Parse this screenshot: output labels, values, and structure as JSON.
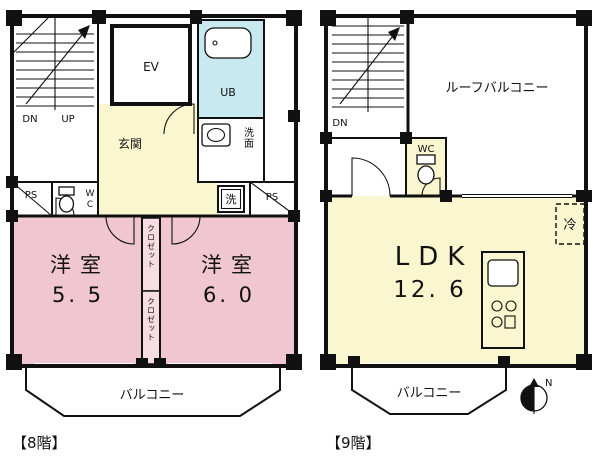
{
  "colors": {
    "wall": "#111111",
    "room_pink": "#f0c6d0",
    "closet_pink": "#f7dce4",
    "room_yellow": "#faf6cf",
    "bath_blue": "#c9e9f1"
  },
  "floor8": {
    "caption": "【8階】",
    "stairs_down": "DN",
    "stairs_up": "UP",
    "elevator": "EV",
    "unit_bath": "UB",
    "entrance": "玄関",
    "washroom": "洗面",
    "toilet": "WC",
    "pipe_space_left": "PS",
    "pipe_space_right": "PS",
    "laundry": "洗",
    "bedroom1_name": "洋室",
    "bedroom1_size": "5. 5",
    "bedroom2_name": "洋室",
    "bedroom2_size": "6. 0",
    "closet_upper": "クロゼット",
    "closet_lower": "クロゼット",
    "balcony": "バルコニー"
  },
  "floor9": {
    "caption": "【9階】",
    "stairs_down": "DN",
    "roof_balcony": "ルーフバルコニー",
    "toilet": "WC",
    "ldk_name": "LDK",
    "ldk_size": "12. 6",
    "refrigerator": "冷",
    "balcony": "バルコニー",
    "compass_north": "N"
  }
}
